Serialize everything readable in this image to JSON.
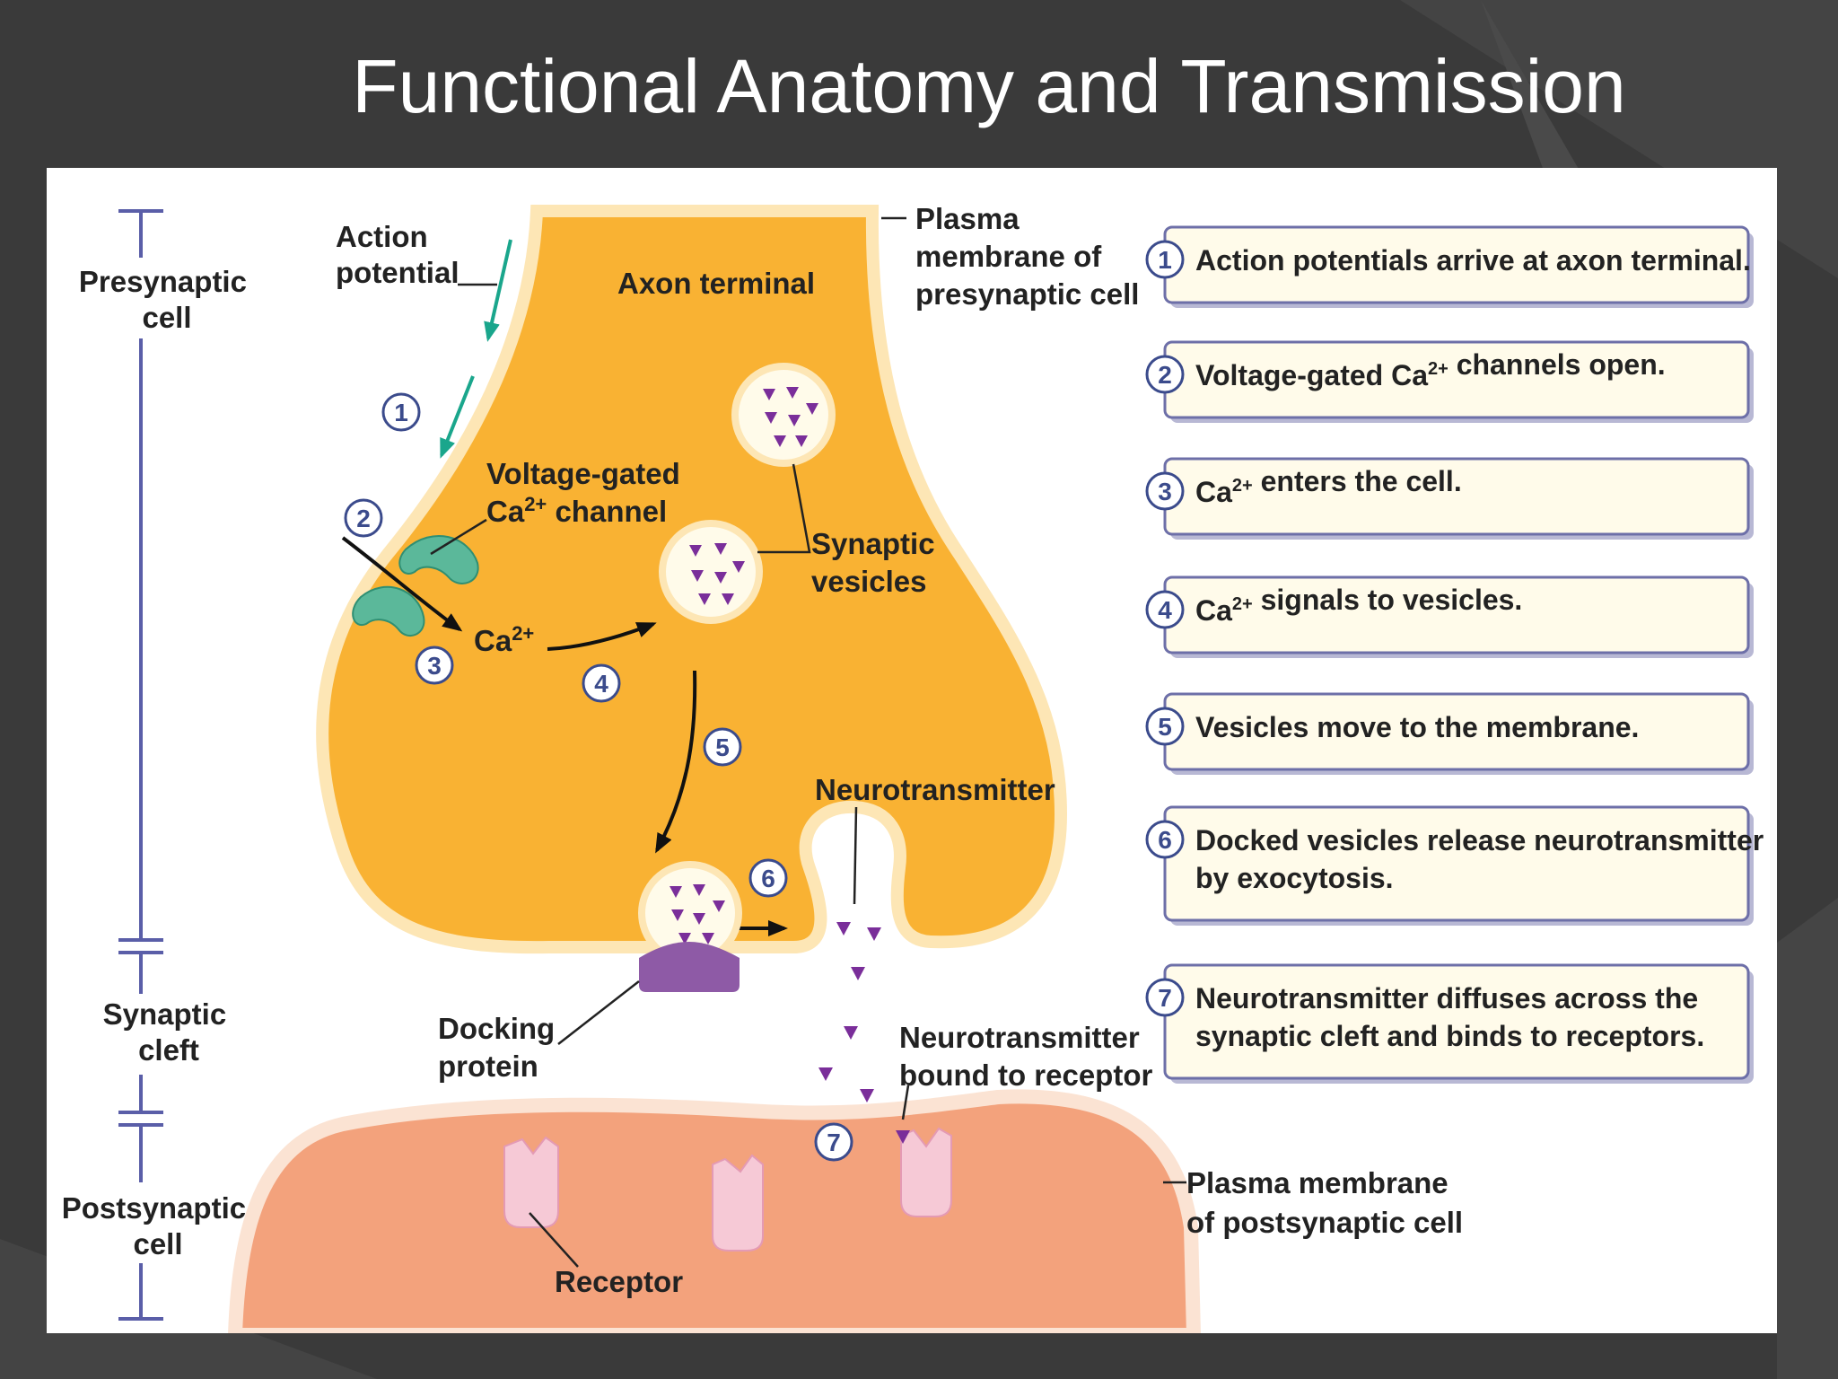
{
  "slide": {
    "title": "Functional Anatomy and Transmission",
    "background_color": "#3a3a3a",
    "panel_color": "#ffffff"
  },
  "diagram": {
    "colors": {
      "axon_fill": "#f9b233",
      "axon_outline": "#fde6b5",
      "postsynaptic_fill": "#f3a27c",
      "receptor_fill": "#f6c9d6",
      "channel_fill": "#5bb89a",
      "vesicle_fill": "#fffbea",
      "neurotransmitter": "#7a2e9a",
      "docking_protein": "#8e5aa6",
      "arrow_teal": "#1aa68c",
      "step_number": "#3b4b8c",
      "scale_bar": "#5a5ea8",
      "step_box_fill": "#fffbea",
      "step_box_border": "#6d6fa8"
    },
    "scale_labels": {
      "presynaptic": [
        "Presynaptic",
        "cell"
      ],
      "cleft": [
        "Synaptic",
        "cleft"
      ],
      "postsynaptic": [
        "Postsynaptic",
        "cell"
      ]
    },
    "labels": {
      "action_potential": [
        "Action",
        "potential"
      ],
      "axon_terminal": "Axon terminal",
      "plasma_pre": [
        "Plasma",
        "membrane of",
        "presynaptic cell"
      ],
      "vg_channel_line1": "Voltage-gated",
      "vg_channel_ca": "Ca",
      "vg_channel_sup": "2+",
      "vg_channel_rest": " channel",
      "synaptic_vesicles": [
        "Synaptic",
        "vesicles"
      ],
      "ca_label": "Ca",
      "ca_sup": "2+",
      "neurotransmitter": "Neurotransmitter",
      "docking_protein": [
        "Docking",
        "protein"
      ],
      "nt_bound": [
        "Neurotransmitter",
        "bound to receptor"
      ],
      "plasma_post": [
        "Plasma membrane",
        "of postsynaptic cell"
      ],
      "receptor": "Receptor"
    },
    "markers": [
      "1",
      "2",
      "3",
      "4",
      "5",
      "6",
      "7"
    ],
    "steps": [
      {
        "number": "1",
        "lines": [
          [
            {
              "t": "Action potentials arrive at axon terminal."
            }
          ]
        ]
      },
      {
        "number": "2",
        "lines": [
          [
            {
              "t": "Voltage-gated Ca"
            },
            {
              "t": "2+",
              "sup": true
            },
            {
              "t": " channels open."
            }
          ]
        ]
      },
      {
        "number": "3",
        "lines": [
          [
            {
              "t": "Ca"
            },
            {
              "t": "2+",
              "sup": true
            },
            {
              "t": " enters the cell."
            }
          ]
        ]
      },
      {
        "number": "4",
        "lines": [
          [
            {
              "t": "Ca"
            },
            {
              "t": "2+",
              "sup": true
            },
            {
              "t": " signals to vesicles."
            }
          ]
        ]
      },
      {
        "number": "5",
        "lines": [
          [
            {
              "t": "Vesicles move to the membrane."
            }
          ]
        ]
      },
      {
        "number": "6",
        "lines": [
          [
            {
              "t": "Docked vesicles release neurotransmitter"
            }
          ],
          [
            {
              "t": "by exocytosis."
            }
          ]
        ]
      },
      {
        "number": "7",
        "lines": [
          [
            {
              "t": "Neurotransmitter diffuses across the"
            }
          ],
          [
            {
              "t": "synaptic cleft and binds to receptors."
            }
          ]
        ]
      }
    ]
  }
}
